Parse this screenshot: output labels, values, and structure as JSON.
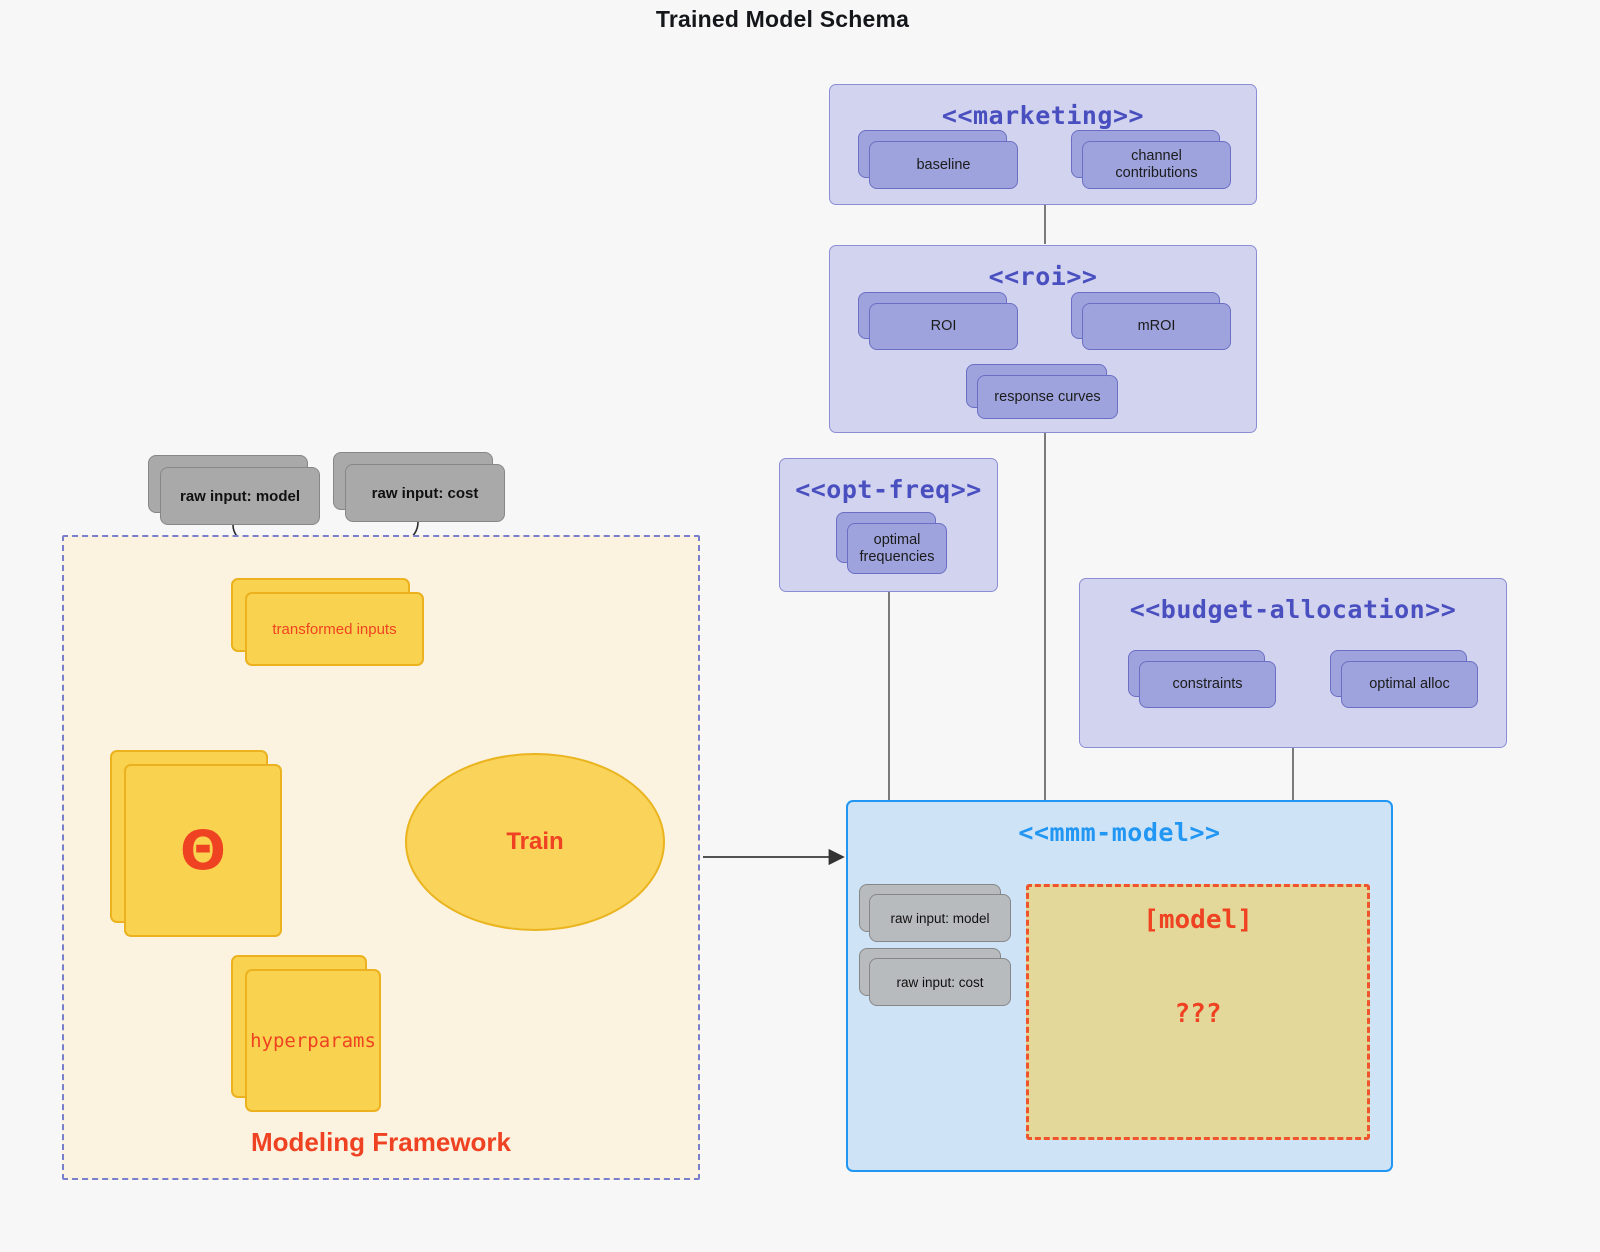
{
  "title": "Trained Model Schema",
  "colors": {
    "background": "#f7f7f7",
    "package_purple_fill": "#d2d3ef",
    "package_purple_border": "#8b8ed4",
    "node_purple_fill": "#9ea3dd",
    "node_purple_border": "#6b6fc4",
    "package_title_purple": "#4a4fc0",
    "gray_node_fill": "#a9a9a9",
    "gray_node_border": "#878787",
    "framework_fill": "#fbf2df",
    "framework_border": "#7a7fcd",
    "yellow_node_fill": "#f9d34f",
    "yellow_node_border": "#ebb11f",
    "accent_red": "#ef4222",
    "mmm_fill": "#cfe3f7",
    "mmm_border": "#2196f3",
    "model_region_fill": "#e3d79a",
    "model_region_border": "#f0542d",
    "connector_gray": "#4a4a4a"
  },
  "framework": {
    "label": "Modeling Framework",
    "raw_inputs": [
      {
        "label": "raw input: model"
      },
      {
        "label": "raw input: cost"
      }
    ],
    "transformed_inputs": {
      "label": "transformed inputs"
    },
    "theta": {
      "label": "Θ"
    },
    "hyperparams": {
      "label": "hyperparams"
    },
    "train": {
      "label": "Train"
    }
  },
  "packages": [
    {
      "id": "marketing",
      "title": "<<marketing>>",
      "nodes": [
        {
          "id": "baseline",
          "label": "baseline"
        },
        {
          "id": "channel-contributions",
          "label": "channel contributions"
        }
      ]
    },
    {
      "id": "roi",
      "title": "<<roi>>",
      "nodes": [
        {
          "id": "roi",
          "label": "ROI"
        },
        {
          "id": "mroi",
          "label": "mROI"
        },
        {
          "id": "response-curves",
          "label": "response curves"
        }
      ]
    },
    {
      "id": "opt-freq",
      "title": "<<opt-freq>>",
      "nodes": [
        {
          "id": "optimal-frequencies",
          "label": "optimal frequencies"
        }
      ]
    },
    {
      "id": "budget-allocation",
      "title": "<<budget-allocation>>",
      "nodes": [
        {
          "id": "constraints",
          "label": "constraints"
        },
        {
          "id": "optimal-alloc",
          "label": "optimal alloc"
        }
      ]
    },
    {
      "id": "mmm-model",
      "title": "<<mmm-model>>",
      "nodes": [
        {
          "id": "raw-input-model",
          "label": "raw input: model"
        },
        {
          "id": "raw-input-cost",
          "label": "raw input: cost"
        }
      ],
      "model_region": {
        "label": "[model]",
        "unknown": "???"
      }
    }
  ]
}
